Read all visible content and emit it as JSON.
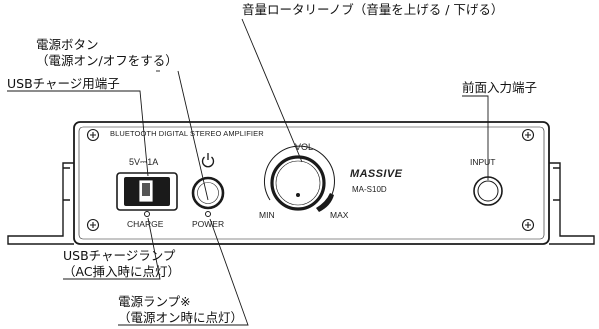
{
  "callouts": {
    "volume_knob": "音量ロータリーノブ（音量を上げる / 下げる）",
    "power_button_line1": "電源ボタン",
    "power_button_line2": "（電源オン/オフをする）",
    "usb_port": "USBチャージ用端子",
    "front_input": "前面入力端子",
    "usb_lamp_line1": "USBチャージランプ",
    "usb_lamp_line2": "（AC挿入時に点灯）",
    "power_lamp_line1": "電源ランプ※",
    "power_lamp_line2": "（電源オン時に点灯）"
  },
  "panel": {
    "model_title": "BLUETOOTH DIGITAL STEREO AMPLIFIER",
    "usb_rating": "5V⎓1A",
    "charge_label": "CHARGE",
    "power_label": "POWER",
    "vol_label": "VOL",
    "min_label": "MIN",
    "max_label": "MAX",
    "brand": "MASSIVE",
    "model_number": "MA-S10D",
    "input_label": "INPUT"
  },
  "icons": {
    "power_symbol": "power-icon",
    "screw": "screw-icon"
  },
  "colors": {
    "line": "#1a1a1a",
    "panel_fill": "#ffffff"
  }
}
